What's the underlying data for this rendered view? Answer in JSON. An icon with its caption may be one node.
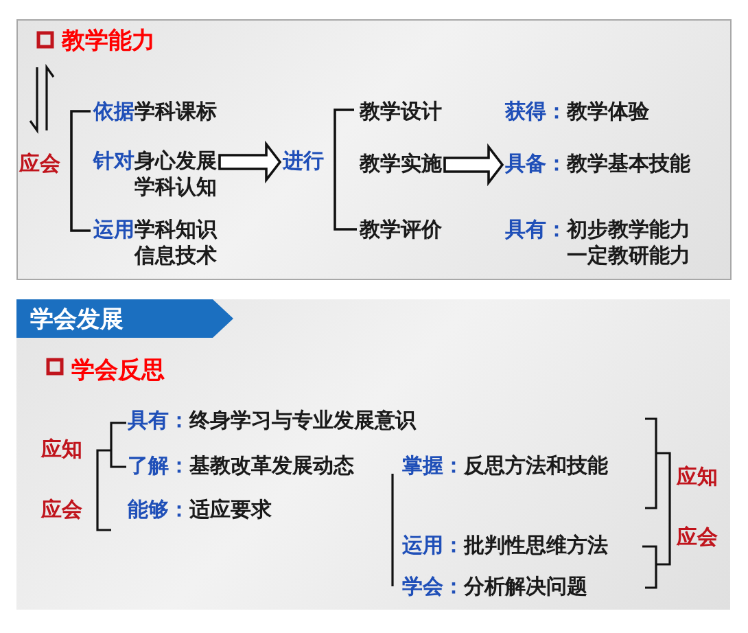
{
  "diagram": {
    "nodes": [
      {
        "text": [
          "应会"
        ]
      },
      {
        "text": [
          "依据",
          "学科课标"
        ]
      },
      {
        "text": [
          "针对",
          "身心发展学科认知"
        ]
      },
      {
        "text": [
          "运用",
          "学科知识信息技术"
        ]
      },
      {
        "text": [
          "进行"
        ]
      },
      {
        "text": [
          "教学设计"
        ]
      },
      {
        "text": [
          "教学实施"
        ]
      },
      {
        "text": [
          "教学评价"
        ]
      },
      {
        "text": [
          "获得：",
          "教学体验"
        ]
      },
      {
        "text": [
          "具备：",
          "教学基本技能"
        ]
      },
      {
        "text": [
          "具有：",
          "初步教学能力一定教研能力"
        ]
      },
      {
        "text": [
          "应知"
        ]
      },
      {
        "text": [
          "应会"
        ]
      },
      {
        "text": [
          "具有：",
          "终身学习与专业发展意识"
        ]
      },
      {
        "text": [
          "了解：",
          "基教改革发展动态"
        ]
      },
      {
        "text": [
          "能够：",
          "适应要求"
        ]
      },
      {
        "text": [
          "掌握：",
          "反思方法和技能"
        ]
      },
      {
        "text": [
          "运用：",
          "批判性思维方法"
        ]
      },
      {
        "text": [
          "学会：",
          "分析解决问题"
        ]
      },
      {
        "text": [
          "应知"
        ]
      },
      {
        "text": [
          "应会"
        ]
      }
    ],
    "edges": [
      {
        "from": 2,
        "to": 4,
        "arrow": "to"
      },
      {
        "from": 6,
        "to": 9,
        "arrow": "to"
      }
    ],
    "labels": [
      "教学能力",
      "学会发展",
      "学会反思"
    ]
  }
}
